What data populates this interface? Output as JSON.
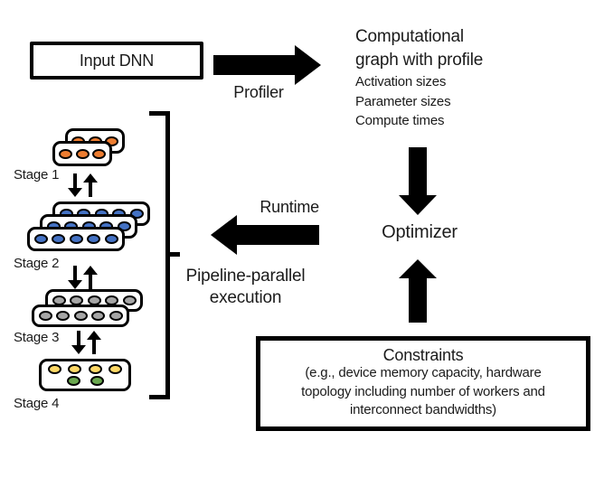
{
  "input_box": {
    "label": "Input DNN"
  },
  "profiler": {
    "label": "Profiler"
  },
  "graph_block": {
    "title_lines": [
      "Computational",
      "graph with profile"
    ],
    "items": [
      "Activation sizes",
      "Parameter sizes",
      "Compute times"
    ]
  },
  "optimizer": {
    "label": "Optimizer"
  },
  "runtime": {
    "label": "Runtime"
  },
  "pipeline": {
    "lines": [
      "Pipeline-parallel",
      "execution"
    ]
  },
  "constraints": {
    "title": "Constraints",
    "lines": [
      "(e.g., device memory capacity, hardware",
      "topology including number of workers and",
      "interconnect bandwidths)"
    ]
  },
  "stages": [
    {
      "label": "Stage 1",
      "layers": 2,
      "rows": [
        {
          "count": 3,
          "color": "#ED7D31"
        }
      ]
    },
    {
      "label": "Stage 2",
      "layers": 3,
      "rows": [
        {
          "count": 5,
          "color": "#4472C4"
        }
      ]
    },
    {
      "label": "Stage 3",
      "layers": 2,
      "rows": [
        {
          "count": 5,
          "color": "#A6A6A6"
        }
      ]
    },
    {
      "label": "Stage 4",
      "layers": 1,
      "rows": [
        {
          "count": 4,
          "color": "#FFD966"
        },
        {
          "count": 2,
          "color": "#6AA84F"
        }
      ]
    }
  ],
  "colors": {
    "arrow": "#000000",
    "stroke": "#000000",
    "text": "#1b1b1b",
    "background": "#ffffff"
  }
}
